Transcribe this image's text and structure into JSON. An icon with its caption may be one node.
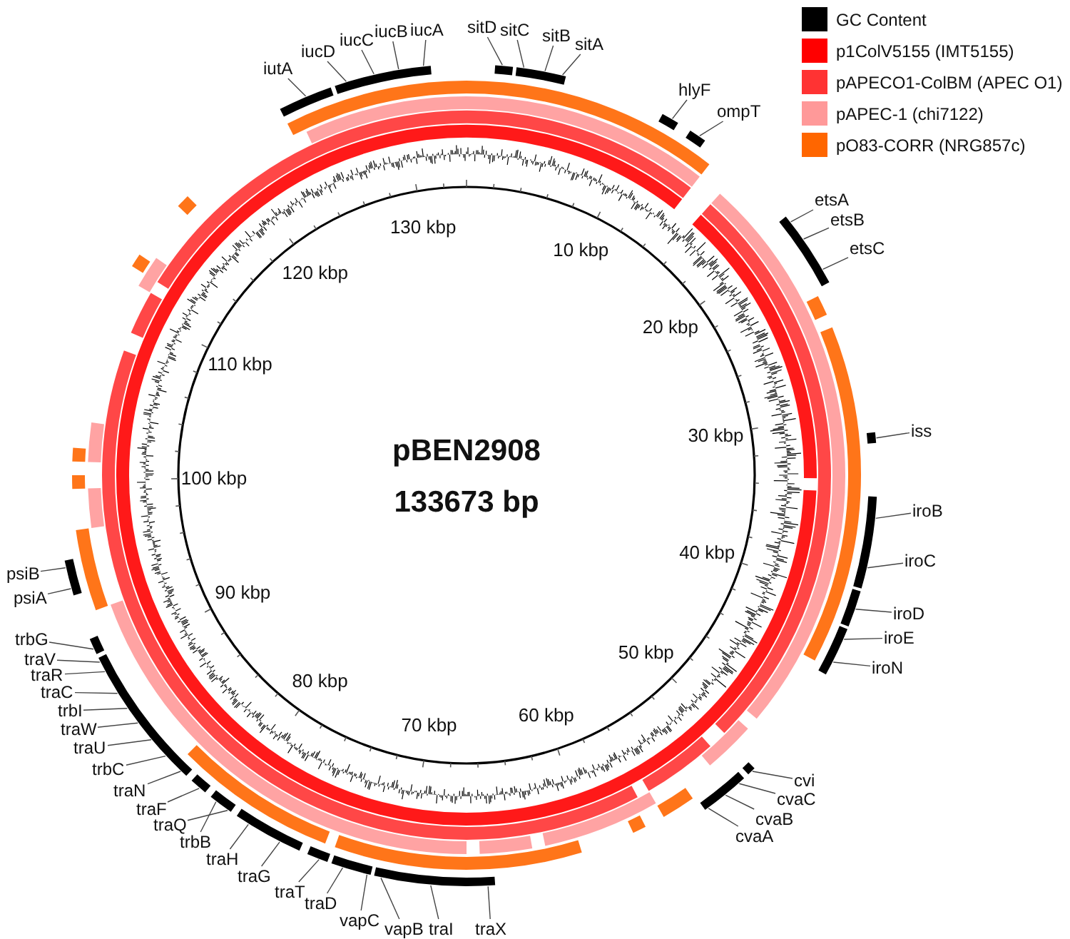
{
  "diagram": {
    "nodes": [
      {
        "text": [
          "iutA"
        ]
      },
      {
        "text": [
          "iucD"
        ]
      },
      {
        "text": [
          "iucC"
        ]
      },
      {
        "text": [
          "iucB"
        ]
      },
      {
        "text": [
          "iucA"
        ]
      },
      {
        "text": [
          "sitD"
        ]
      },
      {
        "text": [
          "sitC"
        ]
      },
      {
        "text": [
          "sitB"
        ]
      },
      {
        "text": [
          "sitA"
        ]
      },
      {
        "text": [
          "hlyF"
        ]
      },
      {
        "text": [
          "ompT"
        ]
      },
      {
        "text": [
          "etsA"
        ]
      },
      {
        "text": [
          "etsB"
        ]
      },
      {
        "text": [
          "etsC"
        ]
      },
      {
        "text": [
          "iss"
        ]
      },
      {
        "text": [
          "iroB"
        ]
      },
      {
        "text": [
          "iroC"
        ]
      },
      {
        "text": [
          "iroD"
        ]
      },
      {
        "text": [
          "iroE"
        ]
      },
      {
        "text": [
          "iroN"
        ]
      },
      {
        "text": [
          "cvi"
        ]
      },
      {
        "text": [
          "cvaC"
        ]
      },
      {
        "text": [
          "cvaB"
        ]
      },
      {
        "text": [
          "cvaA"
        ]
      },
      {
        "text": [
          "traX"
        ]
      },
      {
        "text": [
          "traI"
        ]
      },
      {
        "text": [
          "vapB"
        ]
      },
      {
        "text": [
          "vapC"
        ]
      },
      {
        "text": [
          "traD"
        ]
      },
      {
        "text": [
          "traT"
        ]
      },
      {
        "text": [
          "traG"
        ]
      },
      {
        "text": [
          "traH"
        ]
      },
      {
        "text": [
          "trbB"
        ]
      },
      {
        "text": [
          "traQ"
        ]
      },
      {
        "text": [
          "traF"
        ]
      },
      {
        "text": [
          "traN"
        ]
      },
      {
        "text": [
          "trbC"
        ]
      },
      {
        "text": [
          "traU"
        ]
      },
      {
        "text": [
          "traW"
        ]
      },
      {
        "text": [
          "trbI"
        ]
      },
      {
        "text": [
          "traC"
        ]
      },
      {
        "text": [
          "traR"
        ]
      },
      {
        "text": [
          "traV"
        ]
      },
      {
        "text": [
          "trbG"
        ]
      },
      {
        "text": [
          "psiB"
        ]
      },
      {
        "text": [
          "psiA"
        ]
      },
      {
        "text": [],
        "shape": "bar"
      },
      {
        "text": [],
        "shape": "bar"
      },
      {
        "text": [],
        "shape": "bar"
      },
      {
        "text": [],
        "shape": "bar"
      },
      {
        "text": [],
        "shape": "bar"
      },
      {
        "text": [],
        "shape": "bar"
      },
      {
        "text": [],
        "shape": "bar"
      },
      {
        "text": [],
        "shape": "bar"
      },
      {
        "text": [],
        "shape": "bar"
      },
      {
        "text": [],
        "shape": "bar"
      },
      {
        "text": [],
        "shape": "bar"
      },
      {
        "text": [],
        "shape": "bar"
      },
      {
        "text": [],
        "shape": "bar"
      },
      {
        "text": [],
        "shape": "bar"
      },
      {
        "text": [],
        "shape": "bar"
      },
      {
        "text": [],
        "shape": "bar"
      },
      {
        "text": [],
        "shape": "bar"
      },
      {
        "text": [],
        "shape": "bar"
      },
      {
        "text": [],
        "shape": "bar"
      },
      {
        "text": [],
        "shape": "bar"
      },
      {
        "text": [],
        "shape": "bar"
      },
      {
        "text": [],
        "shape": "bar"
      }
    ],
    "edges": [
      {
        "from": 0,
        "to": 46,
        "arrow": "none"
      },
      {
        "from": 1,
        "to": 47,
        "arrow": "none"
      },
      {
        "from": 2,
        "to": 47,
        "arrow": "none"
      },
      {
        "from": 3,
        "to": 47,
        "arrow": "none"
      },
      {
        "from": 4,
        "to": 47,
        "arrow": "none"
      },
      {
        "from": 5,
        "to": 48,
        "arrow": "none"
      },
      {
        "from": 6,
        "to": 49,
        "arrow": "none"
      },
      {
        "from": 7,
        "to": 49,
        "arrow": "none"
      },
      {
        "from": 8,
        "to": 49,
        "arrow": "none"
      },
      {
        "from": 9,
        "to": 50,
        "arrow": "none"
      },
      {
        "from": 10,
        "to": 51,
        "arrow": "none"
      },
      {
        "from": 11,
        "to": 52,
        "arrow": "none"
      },
      {
        "from": 12,
        "to": 52,
        "arrow": "none"
      },
      {
        "from": 13,
        "to": 52,
        "arrow": "none"
      },
      {
        "from": 14,
        "to": 53,
        "arrow": "none"
      },
      {
        "from": 15,
        "to": 54,
        "arrow": "none"
      },
      {
        "from": 16,
        "to": 54,
        "arrow": "none"
      },
      {
        "from": 17,
        "to": 55,
        "arrow": "none"
      },
      {
        "from": 18,
        "to": 56,
        "arrow": "none"
      },
      {
        "from": 19,
        "to": 56,
        "arrow": "none"
      },
      {
        "from": 20,
        "to": 57,
        "arrow": "none"
      },
      {
        "from": 21,
        "to": 58,
        "arrow": "none"
      },
      {
        "from": 22,
        "to": 58,
        "arrow": "none"
      },
      {
        "from": 23,
        "to": 58,
        "arrow": "none"
      },
      {
        "from": 24,
        "to": 59,
        "arrow": "none"
      },
      {
        "from": 25,
        "to": 59,
        "arrow": "none"
      },
      {
        "from": 26,
        "to": 59,
        "arrow": "none"
      },
      {
        "from": 27,
        "to": 60,
        "arrow": "none"
      },
      {
        "from": 28,
        "to": 60,
        "arrow": "none"
      },
      {
        "from": 29,
        "to": 61,
        "arrow": "none"
      },
      {
        "from": 30,
        "to": 62,
        "arrow": "none"
      },
      {
        "from": 31,
        "to": 62,
        "arrow": "none"
      },
      {
        "from": 32,
        "to": 63,
        "arrow": "none"
      },
      {
        "from": 33,
        "to": 63,
        "arrow": "none"
      },
      {
        "from": 34,
        "to": 64,
        "arrow": "none"
      },
      {
        "from": 35,
        "to": 65,
        "arrow": "none"
      },
      {
        "from": 36,
        "to": 65,
        "arrow": "none"
      },
      {
        "from": 37,
        "to": 65,
        "arrow": "none"
      },
      {
        "from": 38,
        "to": 65,
        "arrow": "none"
      },
      {
        "from": 39,
        "to": 65,
        "arrow": "none"
      },
      {
        "from": 40,
        "to": 65,
        "arrow": "none"
      },
      {
        "from": 41,
        "to": 65,
        "arrow": "none"
      },
      {
        "from": 42,
        "to": 65,
        "arrow": "none"
      },
      {
        "from": 43,
        "to": 66,
        "arrow": "none"
      },
      {
        "from": 44,
        "to": 67,
        "arrow": "none"
      },
      {
        "from": 45,
        "to": 67,
        "arrow": "none"
      }
    ],
    "labels": [
      "pBEN2908",
      "133673 bp",
      "10 kbp",
      "20 kbp",
      "30 kbp",
      "40 kbp",
      "50 kbp",
      "60 kbp",
      "70 kbp",
      "80 kbp",
      "90 kbp",
      "100 kbp",
      "110 kbp",
      "120 kbp",
      "130 kbp"
    ],
    "legend": [
      {
        "text": "GC Content",
        "color": "#000000"
      },
      {
        "text": "p1ColV5155 (IMT5155)",
        "color": "#ff0000"
      },
      {
        "text": "pAPECO1-ColBM (APEC O1)",
        "color": "#ff3333"
      },
      {
        "text": "pAPEC-1 (chi7122)",
        "color": "#ff9999"
      },
      {
        "text": "pO83-CORR (NRG857c)",
        "color": "#ff6600"
      }
    ]
  }
}
